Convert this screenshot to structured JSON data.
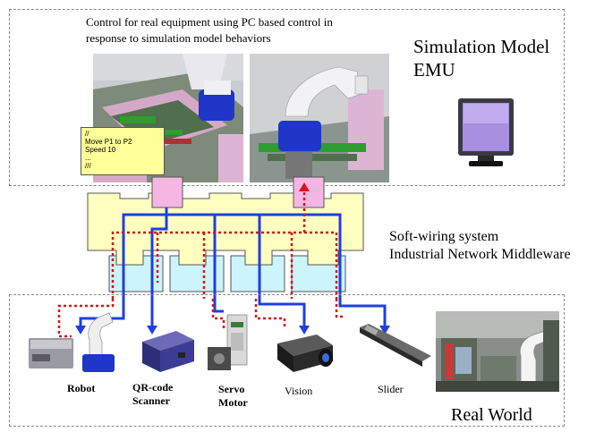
{
  "top_box": {
    "caption_line1": "Control for real equipment using PC based control in",
    "caption_line2": "response to simulation model behaviors",
    "title_line1": "Simulation Model",
    "title_line2": "EMU",
    "note": {
      "line0": "//",
      "line1": "Move P1 to P2",
      "line2": "Speed 10",
      "line3": "...",
      "line4": "///"
    }
  },
  "middleware": {
    "line1": "Soft-wiring system",
    "line2": "Industrial Network Middleware"
  },
  "bottom_box": {
    "title": "Real World",
    "devices": [
      {
        "label_line1": "Robot",
        "label_line2": ""
      },
      {
        "label_line1": "QR-code",
        "label_line2": "Scanner"
      },
      {
        "label_line1": "Servo",
        "label_line2": "Motor"
      },
      {
        "label_line1": "Vision",
        "label_line2": ""
      },
      {
        "label_line1": "Slider",
        "label_line2": ""
      }
    ]
  },
  "colors": {
    "connector_yellow": "#ffffc0",
    "connector_cyan": "#ccf4fb",
    "connector_pink": "#f6b6e4",
    "blue_wire": "#1f3fe0",
    "red_wire": "#d81414",
    "note_yellow": "#ffff99"
  }
}
